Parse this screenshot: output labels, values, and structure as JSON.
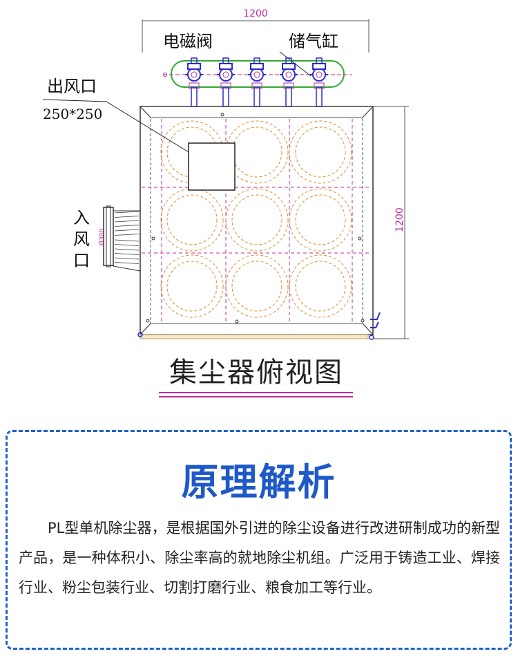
{
  "diagram": {
    "dim_top": "1200",
    "dim_right": "1200",
    "label_valve": "电磁阀",
    "label_tank": "储气缸",
    "label_outlet": "出风口",
    "label_outlet_size": "250*250",
    "label_inlet": [
      "入",
      "风",
      "口"
    ],
    "label_inlet_dia": "Ø300",
    "caption": "集尘器俯视图",
    "colors": {
      "dim": "#c0299b",
      "tank": "#2fa82f",
      "valve": "#2a2ad0",
      "filter": "#e08a2a",
      "panel": "#1e62c8"
    }
  },
  "panel": {
    "title": "原理解析",
    "body": "PL型单机除尘器，是根据国外引进的除尘设备进行改进研制成功的新型产品，是一种体积小、除尘率高的就地除尘机组。广泛用于铸造工业、焊接行业、粉尘包装行业、切割打磨行业、粮食加工等行业。"
  }
}
